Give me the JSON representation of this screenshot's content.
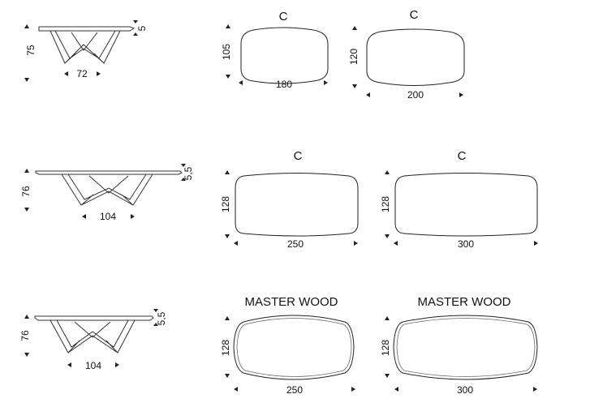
{
  "colors": {
    "line": "#222222",
    "text": "#111111",
    "background": "#ffffff"
  },
  "rows": [
    {
      "side": {
        "height": "75",
        "top_thickness": "5",
        "base_width": "72"
      },
      "tops": [
        {
          "title": "C",
          "length": "180",
          "depth": "105"
        },
        {
          "title": "C",
          "length": "200",
          "depth": "120"
        }
      ]
    },
    {
      "side": {
        "height": "76",
        "top_thickness": "5,5",
        "base_width": "104"
      },
      "tops": [
        {
          "title": "C",
          "length": "250",
          "depth": "128"
        },
        {
          "title": "C",
          "length": "300",
          "depth": "128"
        }
      ]
    },
    {
      "side": {
        "height": "76",
        "top_thickness": "5,5",
        "base_width": "104"
      },
      "tops": [
        {
          "title": "MASTER WOOD",
          "length": "250",
          "depth": "128"
        },
        {
          "title": "MASTER WOOD",
          "length": "300",
          "depth": "128"
        }
      ]
    }
  ]
}
